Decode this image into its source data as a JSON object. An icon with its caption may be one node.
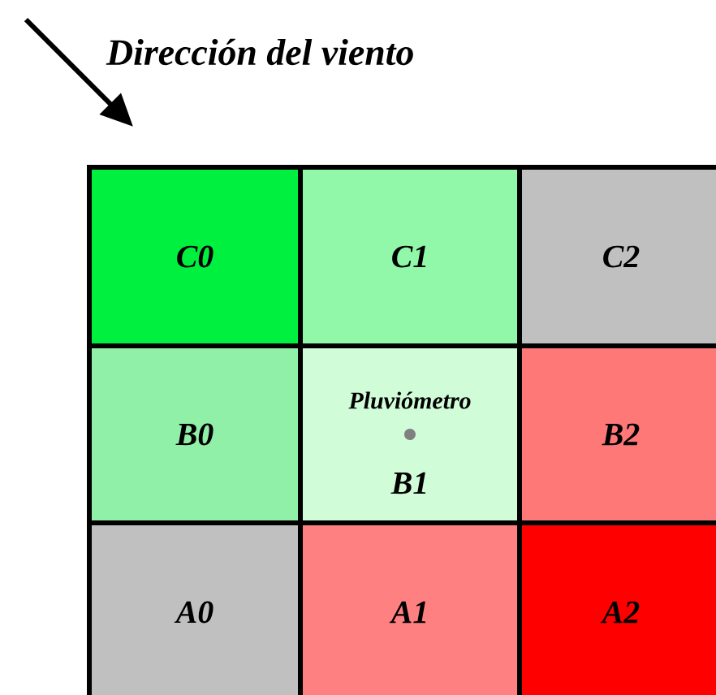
{
  "diagram": {
    "nodes": [
      {
        "text": [
          "C0"
        ]
      },
      {
        "text": [
          "C1"
        ]
      },
      {
        "text": [
          "C2"
        ]
      },
      {
        "text": [
          "B0"
        ]
      },
      {
        "text": [
          "Pluviómetro",
          "B1"
        ]
      },
      {
        "text": [
          "B2"
        ]
      },
      {
        "text": [
          "A0"
        ]
      },
      {
        "text": [
          "A1"
        ]
      },
      {
        "text": [
          "A2"
        ]
      }
    ],
    "labels": [
      "Dirección del viento"
    ]
  }
}
